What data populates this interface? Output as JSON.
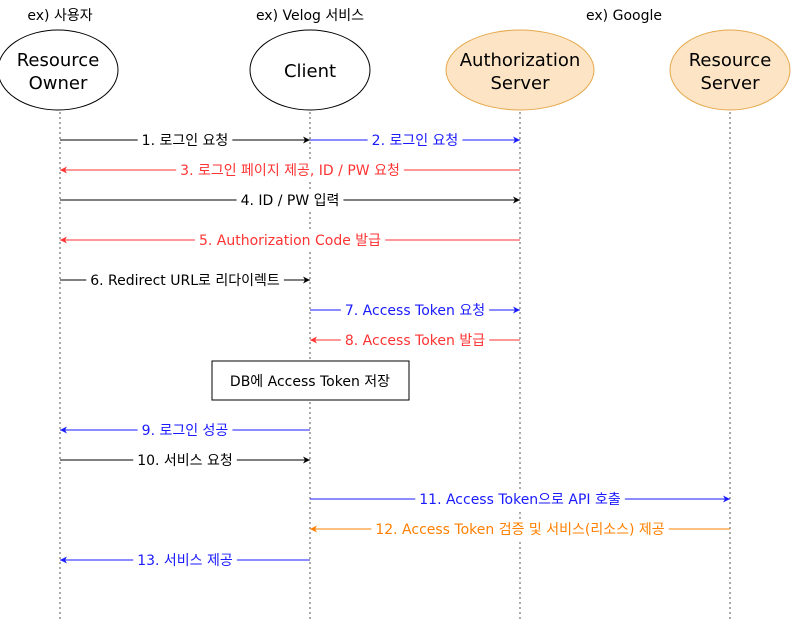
{
  "colors": {
    "black": "#000000",
    "blue": "#1a1aff",
    "red": "#ff3333",
    "orange": "#ff8000",
    "auth_fill": "#fce4c4",
    "auth_stroke": "#e5a84c"
  },
  "participants": [
    {
      "id": "owner",
      "name_lines": [
        "Resource",
        "Owner"
      ],
      "example": "ex) 사용자",
      "highlight": false
    },
    {
      "id": "client",
      "name_lines": [
        "Client"
      ],
      "example": "ex) Velog 서비스",
      "highlight": false
    },
    {
      "id": "auth",
      "name_lines": [
        "Authorization",
        "Server"
      ],
      "example": "ex) Google",
      "highlight": true
    },
    {
      "id": "rs",
      "name_lines": [
        "Resource",
        "Server"
      ],
      "example": "",
      "highlight": true
    }
  ],
  "messages": [
    {
      "from": "owner",
      "to": "client",
      "label": "1. 로그인 요청",
      "color": "black"
    },
    {
      "from": "client",
      "to": "auth",
      "label": "2. 로그인 요청",
      "color": "blue"
    },
    {
      "from": "auth",
      "to": "owner",
      "label": "3. 로그인 페이지 제공, ID / PW 요청",
      "color": "red"
    },
    {
      "from": "owner",
      "to": "auth",
      "label": "4. ID / PW 입력",
      "color": "black"
    },
    {
      "from": "auth",
      "to": "owner",
      "label": "5. Authorization Code 발급",
      "color": "red"
    },
    {
      "from": "owner",
      "to": "client",
      "label": "6. Redirect URL로 리다이렉트",
      "color": "black"
    },
    {
      "from": "client",
      "to": "auth",
      "label": "7. Access Token 요청",
      "color": "blue"
    },
    {
      "from": "auth",
      "to": "client",
      "label": "8. Access Token 발급",
      "color": "red"
    },
    {
      "from": "client",
      "to": "owner",
      "label": "9. 로그인 성공",
      "color": "blue"
    },
    {
      "from": "owner",
      "to": "client",
      "label": "10. 서비스 요청",
      "color": "black"
    },
    {
      "from": "client",
      "to": "rs",
      "label": "11. Access Token으로 API 호출",
      "color": "blue"
    },
    {
      "from": "rs",
      "to": "client",
      "label": "12. Access Token 검증 및 서비스(리소스) 제공",
      "color": "orange"
    },
    {
      "from": "client",
      "to": "owner",
      "label": "13. 서비스 제공",
      "color": "blue"
    }
  ],
  "note": {
    "text": "DB에 Access Token 저장"
  }
}
